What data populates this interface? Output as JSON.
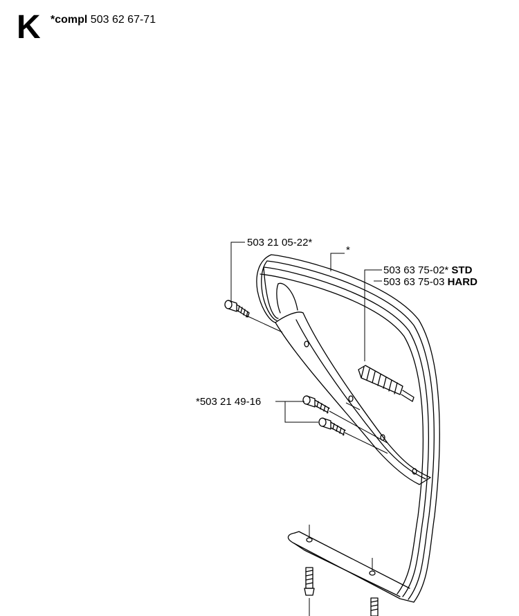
{
  "header": {
    "section_letter": "K",
    "compl_prefix": "*compl",
    "compl_part_number": "503 62 67-71"
  },
  "callouts": {
    "screw_top": "503 21 05-22*",
    "handle_asterisk": "*",
    "damper_std_number": "503 63 75-02*",
    "damper_std_grade": "STD",
    "damper_hard_number": "503 63 75-03",
    "damper_hard_grade": "HARD",
    "screws_middle": "*503 21 49-16"
  }
}
